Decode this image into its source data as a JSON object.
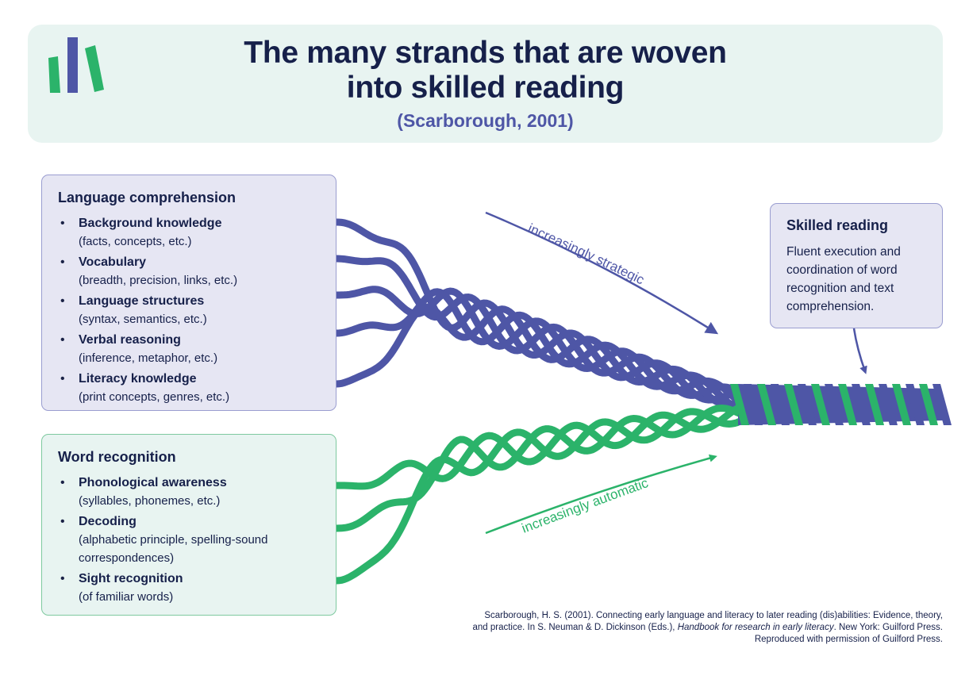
{
  "header": {
    "title_line1": "The many strands that are woven",
    "title_line2": "into skilled reading",
    "subtitle": "(Scarborough, 2001)",
    "logo_icon": "books-icon"
  },
  "language_comprehension": {
    "title": "Language comprehension",
    "items": [
      {
        "label": "Background knowledge",
        "detail": "(facts, concepts, etc.)"
      },
      {
        "label": "Vocabulary",
        "detail": "(breadth, precision, links, etc.)"
      },
      {
        "label": "Language structures",
        "detail": "(syntax, semantics, etc.)"
      },
      {
        "label": "Verbal reasoning",
        "detail": "(inference, metaphor, etc.)"
      },
      {
        "label": "Literacy knowledge",
        "detail": "(print concepts, genres, etc.)"
      }
    ]
  },
  "word_recognition": {
    "title": "Word recognition",
    "items": [
      {
        "label": "Phonological awareness",
        "detail": "(syllables, phonemes, etc.)"
      },
      {
        "label": "Decoding",
        "detail": "(alphabetic principle, spelling-sound correspondences)"
      },
      {
        "label": "Sight recognition",
        "detail": "(of familiar words)"
      }
    ]
  },
  "skilled_reading": {
    "title": "Skilled reading",
    "description": "Fluent execution and coordination of word recognition and text comprehension."
  },
  "arrows": {
    "strategic": "increasingly strategic",
    "automatic": "increasingly automatic"
  },
  "citation": {
    "part1": "Scarborough, H. S. (2001). Connecting early language and literacy to later reading (dis)abilities: Evidence, theory, and practice. In S. Neuman & D. Dickinson (Eds.), ",
    "book": "Handbook for research in early literacy",
    "part2": ". New York: Guilford Press. Reproduced with permission of Guilford Press."
  },
  "colors": {
    "navy": "#16204a",
    "blue": "#4e56a6",
    "green": "#2bb36a",
    "lavender": "#e6e6f3",
    "mint": "#e8f4f1"
  }
}
